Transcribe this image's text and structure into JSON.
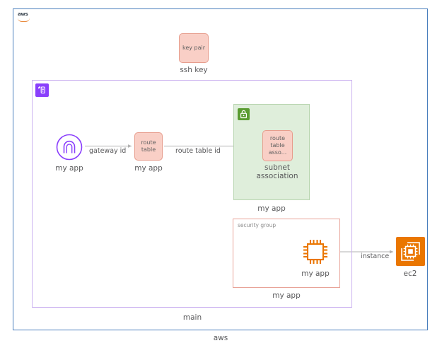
{
  "diagram": {
    "title": "aws",
    "boundaries": [
      {
        "name": "aws-account",
        "label": "aws",
        "icon": "aws-logo-icon",
        "border_color": "#4a7fbd"
      },
      {
        "name": "vpc",
        "label": "main",
        "icon": "vpc-icon",
        "border_color": "#ccb3f0",
        "icon_color": "#8a3ffc"
      },
      {
        "name": "subnet",
        "label": "my app",
        "icon": "lock-icon",
        "border_color": "#b8d5b0",
        "fill_color": "#dfeedb",
        "icon_color": "#5a9c32"
      },
      {
        "name": "security-group",
        "label": "my app",
        "inner_label": "security group",
        "border_color": "#e8a398"
      }
    ],
    "nodes": [
      {
        "name": "key-pair",
        "box_text": "key pair",
        "caption": "ssh key",
        "style": "pink-box"
      },
      {
        "name": "internet-gateway",
        "box_text": "",
        "caption": "my app",
        "style": "igw-circle-icon",
        "color": "#8a3ffc"
      },
      {
        "name": "route-table",
        "box_text": "route\ntable",
        "caption": "my app",
        "style": "pink-box"
      },
      {
        "name": "route-table-association",
        "box_text": "route\ntable\nasso...",
        "caption": "subnet\nassociation",
        "style": "pink-box"
      },
      {
        "name": "instance-chip",
        "box_text": "",
        "caption": "my app",
        "style": "chip-icon",
        "color": "#ea7600"
      },
      {
        "name": "ec2-service",
        "box_text": "",
        "caption": "ec2",
        "style": "aws-service-icon",
        "color": "#ea7600"
      }
    ],
    "edges": [
      {
        "name": "edge-gateway-id",
        "label": "gateway id",
        "from": "internet-gateway",
        "to": "route-table"
      },
      {
        "name": "edge-route-table-id",
        "label": "route table id",
        "from": "route-table",
        "to": "route-table-association"
      },
      {
        "name": "edge-instance",
        "label": "instance",
        "from": "instance-chip",
        "to": "ec2-service"
      }
    ],
    "colors": {
      "aws_border": "#4a7fbd",
      "vpc_border": "#ccb3f0",
      "vpc_icon": "#8a3ffc",
      "subnet_fill": "#dfeedb",
      "subnet_border": "#b8d5b0",
      "subnet_icon": "#5a9c32",
      "sg_border": "#e8a398",
      "resource_fill": "#f9cfc6",
      "resource_border": "#e79d8d",
      "ec2_orange": "#ea7600",
      "edge_line": "#b0b0b0",
      "text": "#58585a"
    }
  }
}
